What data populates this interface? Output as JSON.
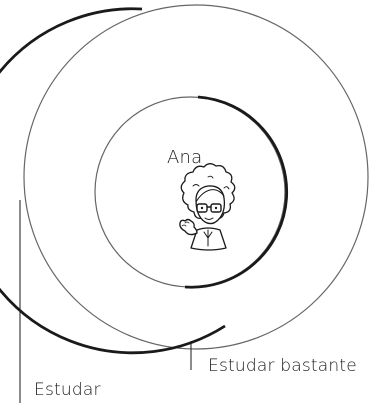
{
  "diagram": {
    "person_name": "Ana",
    "inner_label": "Estudar bastante",
    "outer_label": "Estudar",
    "illustration": "girl-with-curly-hair-and-glasses",
    "colors": {
      "stroke": "#1a1a1a",
      "thin_stroke": "#555555",
      "background": "#ffffff"
    }
  }
}
